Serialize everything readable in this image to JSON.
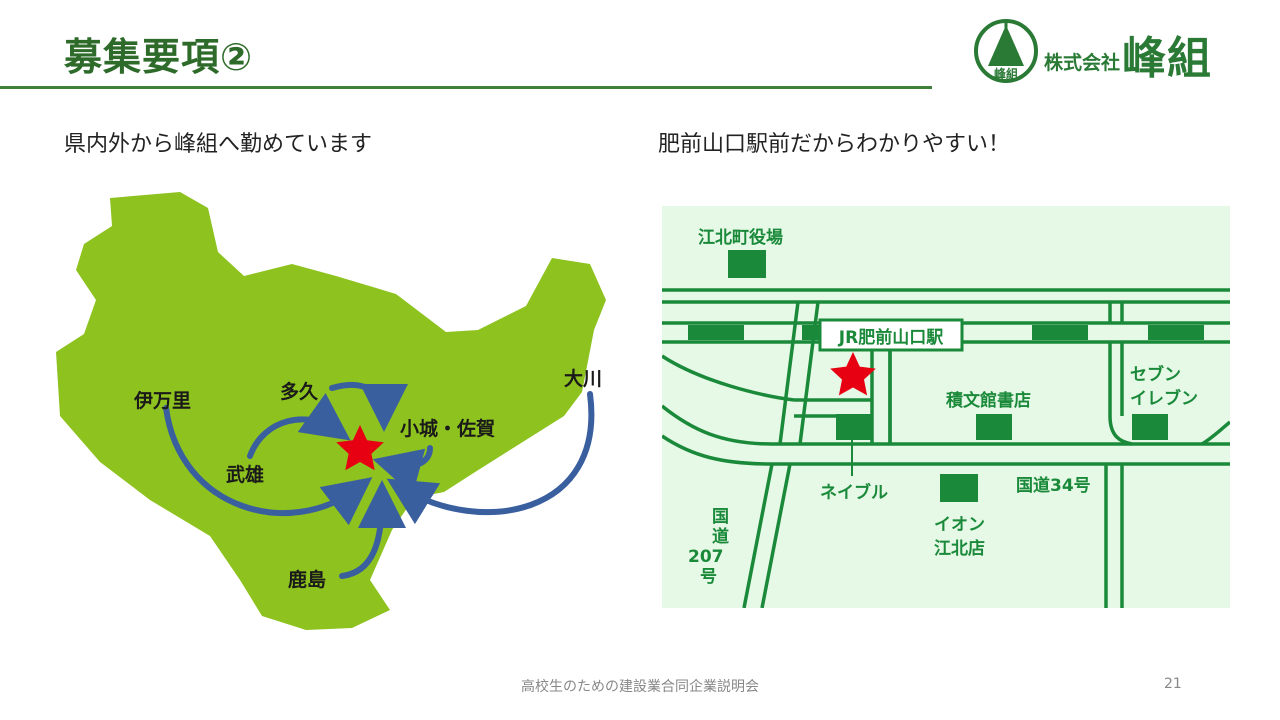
{
  "slide": {
    "title": "募集要項②",
    "logo": {
      "mark_text": "峰組",
      "company_prefix": "株式会社",
      "company_name": "峰組"
    },
    "left_heading": "県内外から峰組へ勤めています",
    "right_heading": "肥前山口駅前だからわかりやすい！",
    "footer": "高校生のための建設業合同企業説明会",
    "page_number": "21"
  },
  "region_map": {
    "land_color": "#8dc21f",
    "arrow_color": "#3a5f9f",
    "star_color": "#e60012",
    "places": [
      "伊万里",
      "多久",
      "武雄",
      "小城・佐賀",
      "大川",
      "鹿島"
    ]
  },
  "area_map": {
    "background_color": "#e6f8e6",
    "road_color": "#1a8a3a",
    "station": "JR肥前山口駅",
    "labels": {
      "town_office": "江北町役場",
      "bookstore": "積文館書店",
      "seven_line1": "セブン",
      "seven_line2": "イレブン",
      "neibul": "ネイブル",
      "route34": "国道34号",
      "aeon_line1": "イオン",
      "aeon_line2": "江北店",
      "route207_line1": "国",
      "route207_line2": "道",
      "route207_line3": "207",
      "route207_line4": "号"
    }
  }
}
